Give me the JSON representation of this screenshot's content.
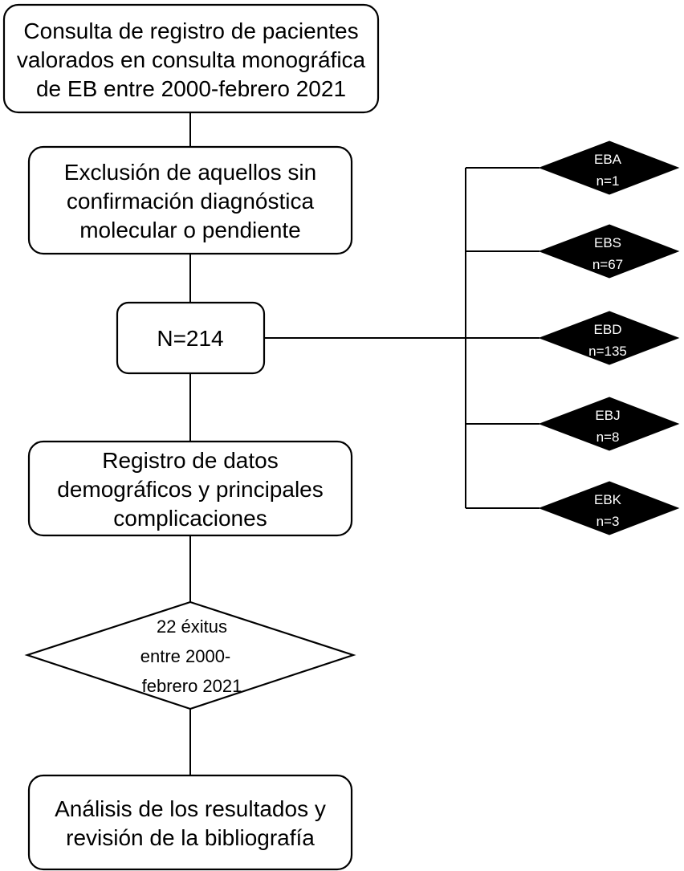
{
  "flow": {
    "step1": [
      "Consulta de registro de pacientes",
      "valorados en consulta monográfica",
      "de EB entre 2000-febrero 2021"
    ],
    "step2": [
      "Exclusión de aquellos sin",
      "confirmación diagnóstica",
      "molecular o pendiente"
    ],
    "step3": "N=214",
    "step4": [
      "Registro de datos",
      "demográficos y principales",
      "complicaciones"
    ],
    "decision": [
      "22 éxitus",
      "entre 2000-",
      "febrero 2021"
    ],
    "step5": [
      "Análisis de los resultados y",
      "revisión de la bibliografía"
    ]
  },
  "subtypes": [
    {
      "name": "EBA",
      "count": "n=1"
    },
    {
      "name": "EBS",
      "count": "n=67"
    },
    {
      "name": "EBD",
      "count": "n=135"
    },
    {
      "name": "EBJ",
      "count": "n=8"
    },
    {
      "name": "EBK",
      "count": "n=3"
    }
  ],
  "colors": {
    "dark_shape": "#000000",
    "box_stroke": "#000000",
    "background": "#ffffff"
  }
}
